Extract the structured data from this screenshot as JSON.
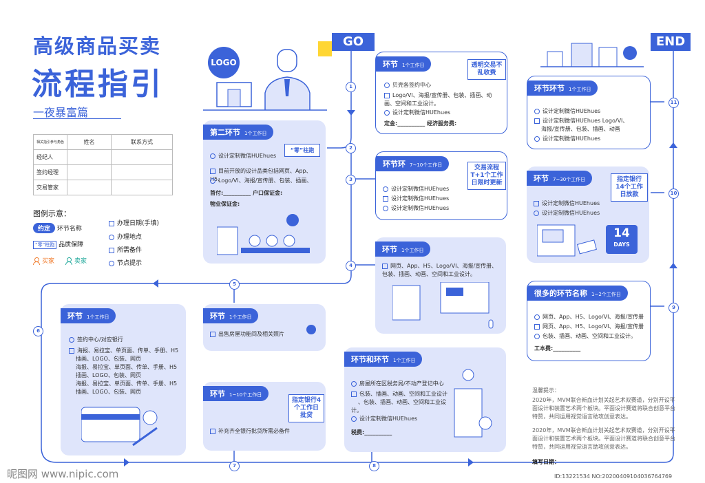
{
  "header": {
    "title_line1": "高级商品买卖",
    "title_line2": "流程指引",
    "subtitle": "一夜暴富篇"
  },
  "roles_table": {
    "corner": "相关指引参与角色",
    "col_name": "姓名",
    "col_contact": "联系方式",
    "rows": [
      "经纪人",
      "签约经理",
      "交易管家"
    ]
  },
  "legend": {
    "title": "图例示意：",
    "pill": "约定",
    "pill_desc": "环节名称",
    "badge": "“零”柱跑",
    "badge_desc": "品质保障",
    "buyer": "买家",
    "seller": "卖家",
    "date": "办理日期(手填)",
    "place": "办理地点",
    "docs": "所需备件",
    "tip": "节点提示"
  },
  "flags": {
    "go": "GO",
    "end": "END",
    "logo": "LOGO"
  },
  "steps": [
    {
      "num": "1",
      "title": "环节",
      "days": "1个工作日",
      "lines": [
        "贝壳各签约中心",
        "Logo/VI、海报/宣传册、包装、插画、动画、空间和工业设计。",
        "设计定制微信HUEhues"
      ],
      "fee1": "定金:",
      "fee2": "经济服务费:",
      "badge": "透明交易不乱收费"
    },
    {
      "num": "2",
      "title": "第二环节",
      "days": "1个工作日",
      "lines": [
        "设计定制微信HUEhues",
        "目前开放的设计品类包括网页、App、H5、",
        "Logo/VI、海报/宣传册、包装、插画、"
      ],
      "fee1": "首付:",
      "fee2": "户口保证金:",
      "fee3": "物业保证金:",
      "badge": "“零”柱跑"
    },
    {
      "num": "3",
      "title": "环节环",
      "days": "7~10个工作日",
      "lines": [
        "设计定制微信HUEhues",
        "设计定制微信HUEhues",
        "设计定制微信HUEhues"
      ],
      "badge": "交易流程T+1个工作日限时更新"
    },
    {
      "num": "4",
      "title": "环节",
      "days": "1个工作日",
      "lines": [
        "网页、App、H5、Logo/VI、海报/宣传册、包装、插画、动画、空间和工业设计。"
      ]
    },
    {
      "num": "5",
      "title": "环节",
      "days": "1个工作日",
      "lines": [
        "出售房屋功能间及相关照片"
      ]
    },
    {
      "num": "6",
      "title": "环节",
      "days": "1个工作日",
      "lines": [
        "签约中心/对应银行",
        "海报、易拉宝、单页面、传单、手册、H5",
        "插画、LOGO、包装、网页",
        "海报、易拉宝、单页面、传单、手册、H5",
        "插画、LOGO、包装、网页",
        "海报、易拉宝、单页面、传单、手册、H5",
        "插画、LOGO、包装、网页"
      ]
    },
    {
      "num": "7",
      "title": "环节",
      "days": "1~10个工作日",
      "lines": [
        "补充齐全银行批贷所需必备件"
      ],
      "badge": "指定银行4个工作日批贷"
    },
    {
      "num": "8",
      "title": "环节和环节",
      "days": "1个工作日",
      "lines": [
        "房屋所在区税务局/不动产登记中心",
        "包装、插画、动画、空间和工业设计",
        "、包装、插画、动画、空间和工业设计。",
        "设计定制微信HUEhues"
      ],
      "fee1": "税费:"
    },
    {
      "num": "9",
      "title": "很多的环节名称",
      "days": "1~2个工作日",
      "lines": [
        "网页、App、H5、Logo/VI、海报/宣传册",
        "网页、App、H5、Logo/VI、海报/宣传册",
        "包装、插画、动画、空间和工业设计。"
      ],
      "fee1": "工本费:"
    },
    {
      "num": "10",
      "title": "环节",
      "days": "7~30个工作日",
      "lines": [
        "设计定制微信HUEhues",
        "设计定制微信HUEhues"
      ],
      "badge": "指定银行14个工作日放款",
      "days_box": "14",
      "days_box_label": "DAYS"
    },
    {
      "num": "11",
      "title": "环节环节",
      "days": "1个工作日",
      "lines": [
        "设计定制微信HUEhues",
        "设计定制微信HUEhues Logo/VI、",
        "海报/宣传册、包装、插画、动画",
        "设计定制微信HUEhues"
      ]
    }
  ],
  "notes": {
    "title": "温馨提示：",
    "p1": "2020年，MVM联合新血计划关起艺术双赛道，分别开设平面设计和装置艺术两个板块。平面设计赛道将联合创意平台特赞，共同运用视觉语言助攻创意表达。",
    "p2": "2020年，MVM联合新血计划关起艺术双赛道，分别开设平面设计和装置艺术两个板块。平面设计赛道将联合创意平台特赞，共同运用视觉语言助攻创意表达。",
    "sign": "填写日期："
  },
  "watermark": {
    "site": "昵图网 www.nipic.com",
    "id": "ID:13221534 NO:20200409104036764769"
  }
}
